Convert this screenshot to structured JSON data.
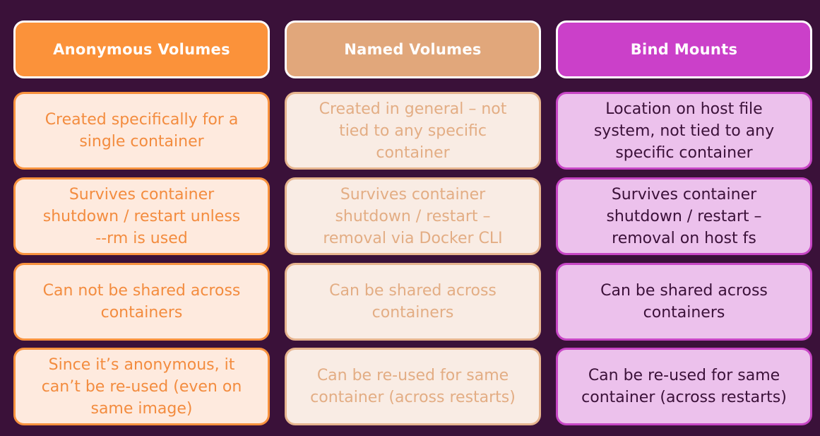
{
  "columns": [
    {
      "title": "Anonymous Volumes",
      "rows": [
        "Created specifically for a\nsingle container",
        "Survives container\nshutdown / restart unless\n--rm is used",
        "Can not be shared across\ncontainers",
        "Since it’s anonymous, it\ncan’t be re-used (even on\nsame image)"
      ]
    },
    {
      "title": "Named Volumes",
      "rows": [
        "Created in general – not\ntied to any specific\ncontainer",
        "Survives container\nshutdown / restart –\nremoval via Docker CLI",
        "Can be shared across\ncontainers",
        "Can be re-used for same\ncontainer (across restarts)"
      ]
    },
    {
      "title": "Bind Mounts",
      "rows": [
        "Location on host file\nsystem, not tied to any\nspecific container",
        "Survives container\nshutdown / restart –\nremoval on host fs",
        "Can be shared across\ncontainers",
        "Can be re-used for same\ncontainer (across restarts)"
      ]
    }
  ],
  "colors": {
    "background": "#3a1139",
    "anonymous": "#fb923a",
    "named": "#e1a77b",
    "bind": "#cb40c9"
  }
}
